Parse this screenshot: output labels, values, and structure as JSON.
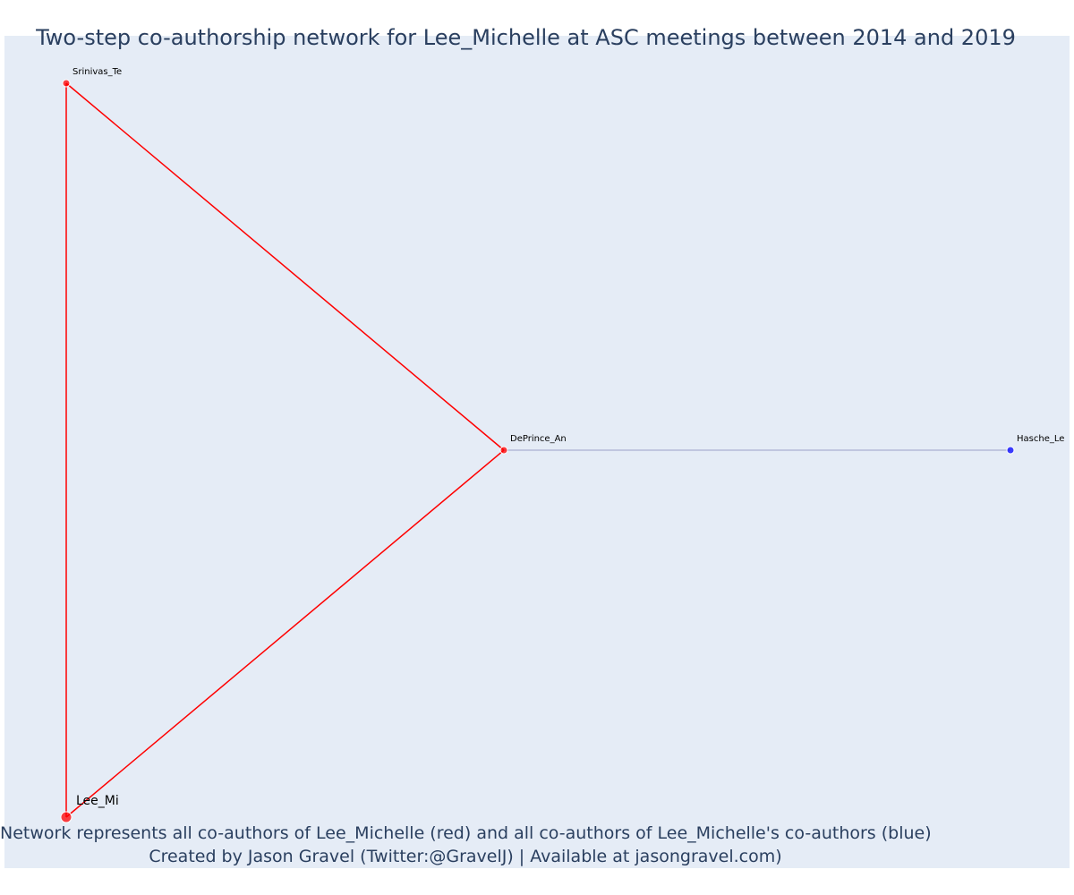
{
  "title": "Two-step co-authorship network for Lee_Michelle at ASC meetings between 2014 and 2019",
  "caption": {
    "line1": "Network represents all co-authors of Lee_Michelle (red) and all co-authors of Lee_Michelle's co-authors (blue)",
    "line2": "Created by Jason Gravel (Twitter:@GravelJ) | Available at jasongravel.com)"
  },
  "colors": {
    "background": "#e5ecf6",
    "coauthor": "#ff0000",
    "second_step": "#0000ff",
    "second_edge": "#9aa0c8"
  },
  "network": {
    "nodes": [
      {
        "id": "Lee_Mi",
        "label": "Lee_Mi",
        "group": "focal"
      },
      {
        "id": "Srinivas_Te",
        "label": "Srinivas_Te",
        "group": "coauthor"
      },
      {
        "id": "DePrince_An",
        "label": "DePrince_An",
        "group": "coauthor"
      },
      {
        "id": "Hasche_Le",
        "label": "Hasche_Le",
        "group": "second_step"
      }
    ],
    "edges": [
      {
        "source": "Lee_Mi",
        "target": "Srinivas_Te",
        "group": "coauthor"
      },
      {
        "source": "Lee_Mi",
        "target": "DePrince_An",
        "group": "coauthor"
      },
      {
        "source": "Srinivas_Te",
        "target": "DePrince_An",
        "group": "coauthor"
      },
      {
        "source": "DePrince_An",
        "target": "Hasche_Le",
        "group": "second_step"
      }
    ]
  }
}
